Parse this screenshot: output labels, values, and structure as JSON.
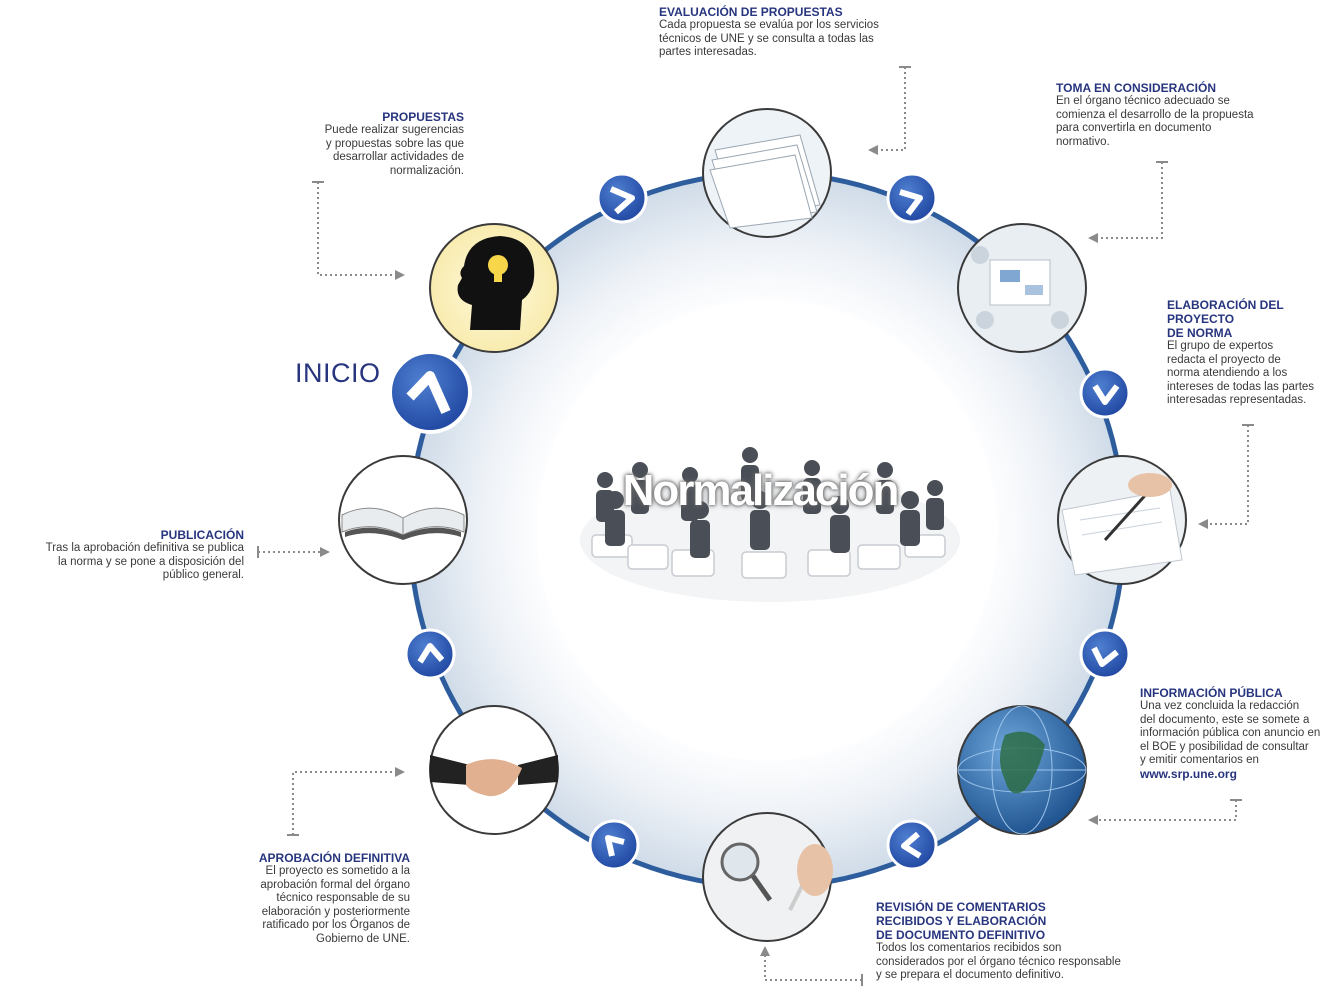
{
  "center": {
    "title": "Normalización"
  },
  "start_label": "INICIO",
  "steps": [
    {
      "id": "propuestas",
      "title": "PROPUESTAS",
      "body": "Puede realizar sugerencias\ny propuestas sobre las que\ndesarrollar actividades de\nnormalización.",
      "icon": "lightbulb-head-icon"
    },
    {
      "id": "evaluacion",
      "title": "EVALUACIÓN DE PROPUESTAS",
      "body": "Cada propuesta se evalúa por los servicios\ntécnicos de UNE y se consulta a todas las\npartes interesadas.",
      "icon": "paper-stack-icon"
    },
    {
      "id": "toma",
      "title": "TOMA EN CONSIDERACIÓN",
      "body": "En el órgano técnico adecuado se\ncomienza el desarrollo de la propuesta\npara convertirla en documento\nnormativo.",
      "icon": "meeting-table-icon"
    },
    {
      "id": "elaboracion",
      "title": "ELABORACIÓN DEL\nPROYECTO\nDE NORMA",
      "body": "El grupo de expertos\nredacta el proyecto de\nnorma atendiendo a los\nintereses de todas las partes\ninteresadas representadas.",
      "icon": "writing-document-icon"
    },
    {
      "id": "informacion",
      "title": "INFORMACIÓN PÚBLICA",
      "body": "Una vez concluida la redacción\ndel documento, este se somete a\ninformación pública con anuncio en\nel BOE y posibilidad de consultar\ny emitir comentarios en",
      "link": "www.srp.une.org",
      "icon": "globe-icon"
    },
    {
      "id": "revision",
      "title": "REVISIÓN DE COMENTARIOS\nRECIBIDOS Y ELABORACIÓN\nDE DOCUMENTO DEFINITIVO",
      "body": "Todos los comentarios recibidos son\nconsiderados por el órgano técnico responsable\ny se prepara el documento definitivo.",
      "icon": "magnifier-pen-icon"
    },
    {
      "id": "aprobacion",
      "title": "APROBACIÓN DEFINITIVA",
      "body": "El proyecto es sometido a la\naprobación formal del órgano\ntécnico responsable de su\nelaboración y posteriormente\nratificado por los Órganos de\nGobierno de UNE.",
      "icon": "handshake-icon"
    },
    {
      "id": "publicacion",
      "title": "PUBLICACIÓN",
      "body": "Tras la aprobación definitiva  se publica\nla norma y se pone a disposición del\npúblico general.",
      "icon": "open-book-icon"
    }
  ],
  "colors": {
    "accent": "#27357e",
    "ring": "#2e5d9e",
    "ring_fill": "#d6e2ee",
    "text": "#3a3a3a",
    "connector": "#8a8a8a"
  }
}
